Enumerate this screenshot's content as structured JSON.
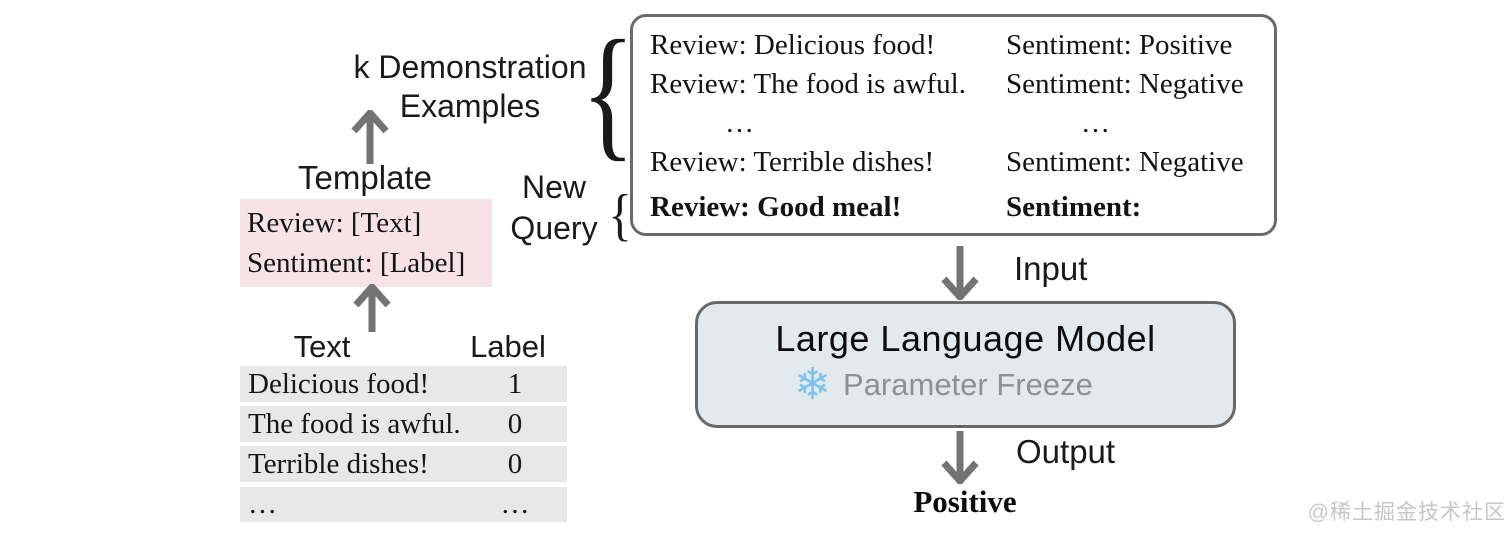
{
  "left_panel": {
    "demo_label": {
      "line1": "k Demonstration",
      "line2": "Examples"
    },
    "template_label": "Template",
    "template_box": {
      "line1": "Review: [Text]",
      "line2": "Sentiment: [Label]"
    },
    "source_table": {
      "headers": {
        "text": "Text",
        "label": "Label"
      },
      "rows": [
        {
          "text": "Delicious food!",
          "label": "1"
        },
        {
          "text": "The food is awful.",
          "label": "0"
        },
        {
          "text": "Terrible dishes!",
          "label": "0"
        },
        {
          "text": "…",
          "label": "…"
        }
      ]
    }
  },
  "prompt_panel": {
    "new_query_label": {
      "line1": "New",
      "line2": "Query"
    },
    "brace_glyph": "{",
    "rows": [
      {
        "review": "Review: Delicious food!",
        "sentiment": "Sentiment: Positive"
      },
      {
        "review": "Review: The food is awful.",
        "sentiment": "Sentiment: Negative"
      },
      {
        "review": "…",
        "sentiment": "…"
      },
      {
        "review": "Review: Terrible dishes!",
        "sentiment": "Sentiment: Negative"
      },
      {
        "review": "Review: Good meal!",
        "sentiment": "Sentiment:"
      }
    ]
  },
  "flow": {
    "input_label": "Input",
    "output_label": "Output",
    "result": "Positive"
  },
  "llm": {
    "title": "Large Language Model",
    "freeze_label": "Parameter Freeze",
    "snowflake_glyph": "❄"
  },
  "watermark": "@稀土掘金技术社区",
  "colors": {
    "template_box_bg": "#f7e3e7",
    "table_row_bg": "#e8e8e8",
    "llm_box_bg": "#e2eaee",
    "box_border": "#6a6a6a",
    "arrow": "#737373",
    "freeze_text": "#8b9194",
    "snowflake": "#7cc4ef",
    "watermark_text": "#c6c6c6"
  }
}
